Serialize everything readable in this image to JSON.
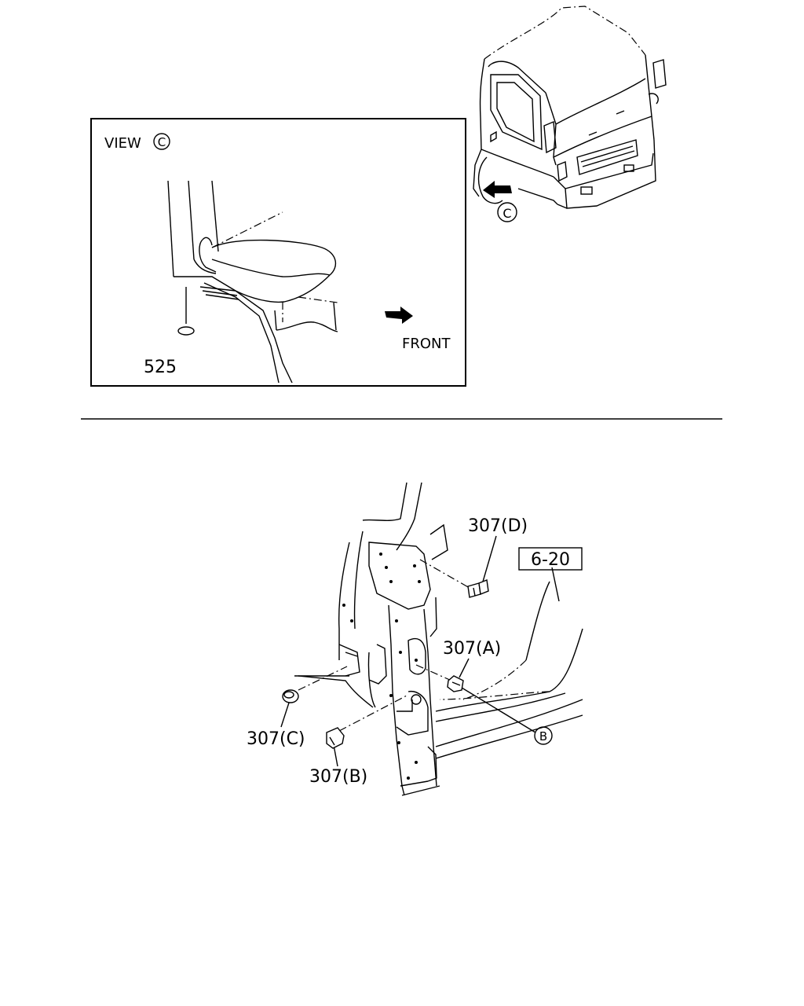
{
  "view_panel": {
    "title": "VIEW",
    "view_ref": "C",
    "part_number": "525",
    "direction_label": "FRONT"
  },
  "truck_view": {
    "callout": "C"
  },
  "pillar_view": {
    "parts": [
      {
        "label": "307(D)"
      },
      {
        "label": "307(A)"
      },
      {
        "label": "307(C)"
      },
      {
        "label": "307(B)"
      }
    ],
    "page_ref": "6-20",
    "detail_ref": "B"
  }
}
